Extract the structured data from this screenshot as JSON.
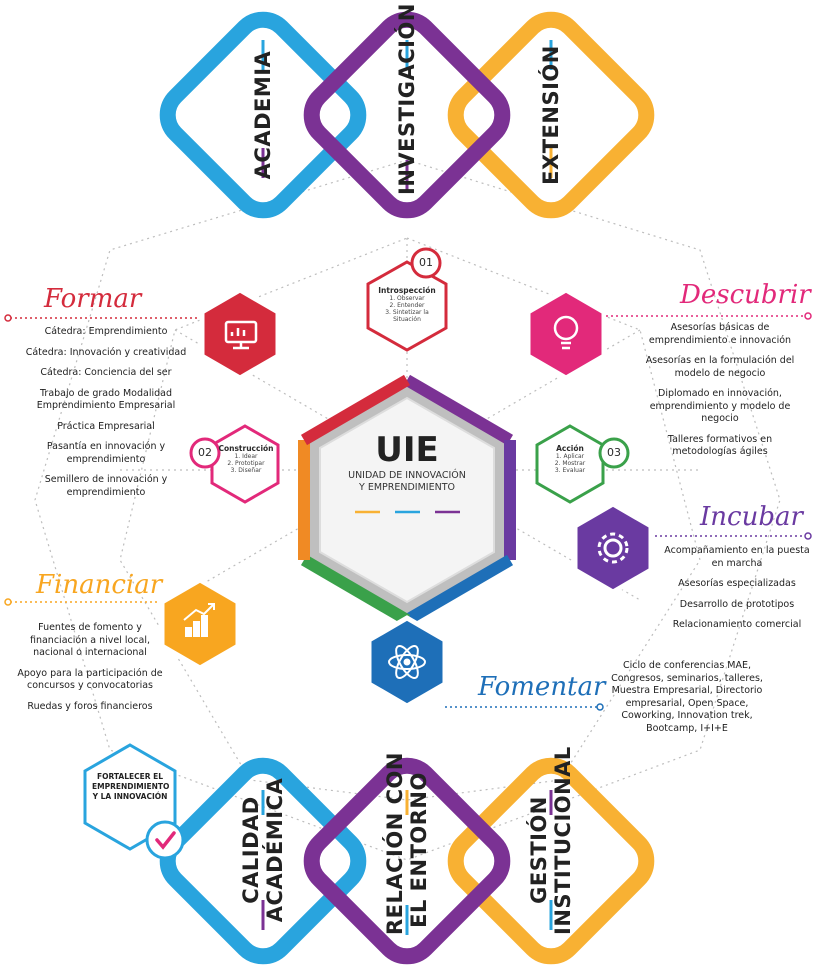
{
  "colors": {
    "blue": "#29a4de",
    "purple": "#7b3294",
    "orange": "#f8b133",
    "red": "#d42b3c",
    "pink": "#e2297a",
    "violet": "#6a3aa1",
    "dark_blue": "#1e6fb8",
    "green": "#3aa14a",
    "dot_line": "#b9b9b9"
  },
  "top_pillars": [
    "ACADEMIA",
    "INVESTIGACIÓN",
    "EXTENSIÓN"
  ],
  "bottom_pillars": [
    {
      "line1": "CALIDAD",
      "line2": "ACADÉMICA"
    },
    {
      "line1": "RELACIÓN CON",
      "line2": "EL ENTORNO"
    },
    {
      "line1": "GESTIÓN",
      "line2": "INSTITUCIONAL"
    }
  ],
  "center": {
    "title": "UIE",
    "subtitle_line1": "UNIDAD DE INNOVACIÓN",
    "subtitle_line2": "Y EMPRENDIMIENTO"
  },
  "steps": [
    {
      "number": "01",
      "title": "Introspección",
      "items": [
        "1. Observar",
        "2. Entender",
        "3. Sintetizar la",
        "Situación"
      ]
    },
    {
      "number": "02",
      "title": "Construcción",
      "items": [
        "1. Idear",
        "2. Prototipar",
        "3. Diseñar"
      ]
    },
    {
      "number": "03",
      "title": "Acción",
      "items": [
        "1. Aplicar",
        "2. Mostrar",
        "3. Evaluar"
      ]
    }
  ],
  "formar": {
    "title": "Formar",
    "icon": "monitor-chart-icon",
    "items": [
      "Cátedra: Emprendimiento",
      "Cátedra: Innovación y creatividad",
      "Cátedra: Conciencia del ser",
      "Trabajo de grado Modalidad Emprendimiento Empresarial",
      "Práctica Empresarial",
      "Pasantía en innovación y emprendimiento",
      "Semillero de innovación y emprendimiento"
    ]
  },
  "descubrir": {
    "title": "Descubrir",
    "icon": "lightbulb-icon",
    "items": [
      "Asesorías básicas de emprendimiento e innovación",
      "Asesorías en la formulación del modelo de negocio",
      "Diplomado en innovación, emprendimiento y modelo de negocio",
      "Talleres formativos en metodologías ágiles"
    ]
  },
  "incubar": {
    "title": "Incubar",
    "icon": "gear-icon",
    "items": [
      "Acompañamiento en la puesta en marcha",
      "Asesorías especializadas",
      "Desarrollo de prototipos",
      "Relacionamiento comercial"
    ]
  },
  "financiar": {
    "title": "Financiar",
    "icon": "growth-chart-icon",
    "items": [
      "Fuentes de fomento y financiación a nivel local, nacional o internacional",
      "Apoyo para la participación de concursos y convocatorias",
      "Ruedas y foros financieros"
    ]
  },
  "fomentar": {
    "title": "Fomentar",
    "icon": "atom-icon",
    "items": [
      "Ciclo de conferencias MAE, Congresos, seminarios, talleres, Muestra Empresarial, Directorio empresarial, Open Space, Coworking, Innovation trek, Bootcamp, I+I+E"
    ]
  },
  "badge": {
    "text_line1": "FORTALECER EL",
    "text_line2": "EMPRENDIMIENTO",
    "text_line3": "Y LA INNOVACIÓN",
    "icon": "check-icon"
  }
}
